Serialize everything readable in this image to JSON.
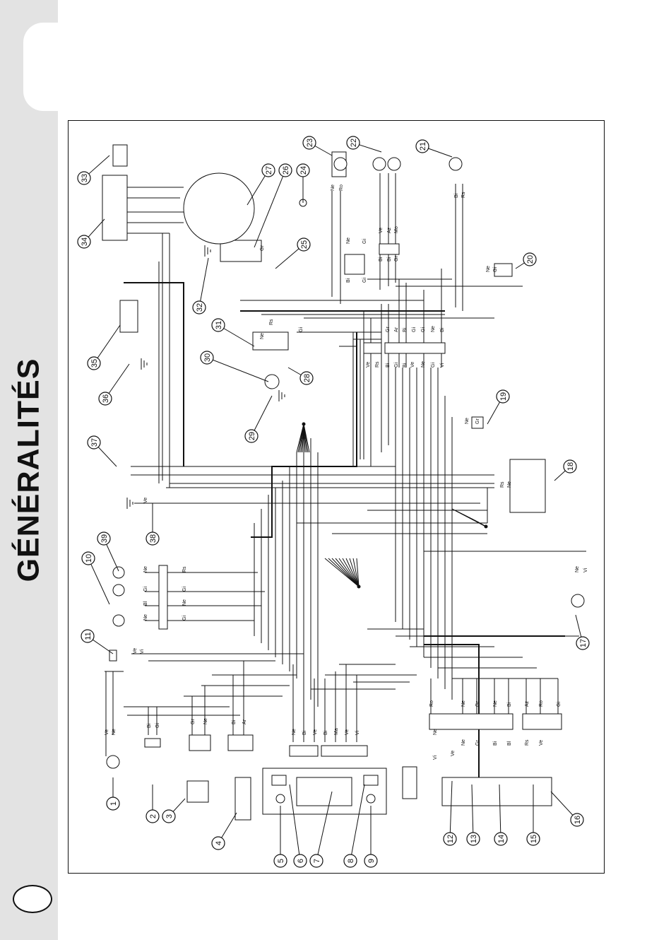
{
  "page": {
    "section_title": "GÉNÉRALITÉS",
    "page_number": ""
  },
  "diagram": {
    "callouts": [
      "1",
      "2",
      "3",
      "4",
      "5",
      "6",
      "7",
      "8",
      "9",
      "10",
      "11",
      "12",
      "13",
      "14",
      "15",
      "16",
      "17",
      "18",
      "19",
      "20",
      "21",
      "22",
      "23",
      "24",
      "25",
      "26",
      "27",
      "28",
      "29",
      "30",
      "31",
      "32",
      "33",
      "34",
      "35",
      "36",
      "37",
      "38",
      "39"
    ],
    "wire_labels": [
      "Ve",
      "Ne",
      "Bi",
      "Gi",
      "Gr",
      "Ne",
      "Bi",
      "Ar",
      "Ne",
      "Bi",
      "Ve",
      "Bi",
      "Ma",
      "Ve",
      "Vi",
      "Ne",
      "Ro",
      "Ne",
      "Gr",
      "Ne",
      "Bi",
      "Ne",
      "Gr",
      "Bi",
      "Bl",
      "Az",
      "Ro",
      "Gi",
      "Rs",
      "Ve",
      "Vi",
      "Ve",
      "Ne",
      "Gi",
      "Bl",
      "Ne",
      "Rs",
      "Gi",
      "Ne",
      "Gi",
      "Ve",
      "Vi",
      "Ne",
      "Ro",
      "Ve",
      "Az",
      "Mo",
      "Bi",
      "Bi",
      "Gr",
      "Ne",
      "Gi",
      "Bi",
      "Gi",
      "Rs",
      "Bi",
      "Ne",
      "Gi",
      "Gr",
      "Rs",
      "Ne",
      "Gi",
      "Ve",
      "Rs",
      "Bi",
      "Gi",
      "Bi",
      "Ve",
      "Ne",
      "Gi",
      "Vi",
      "Gr",
      "Ar",
      "Bi",
      "Gi",
      "Gi",
      "Ne",
      "Bi",
      "Ne",
      "Gr",
      "Rs",
      "Ne",
      "Vi",
      "Ne",
      "Ve"
    ]
  }
}
